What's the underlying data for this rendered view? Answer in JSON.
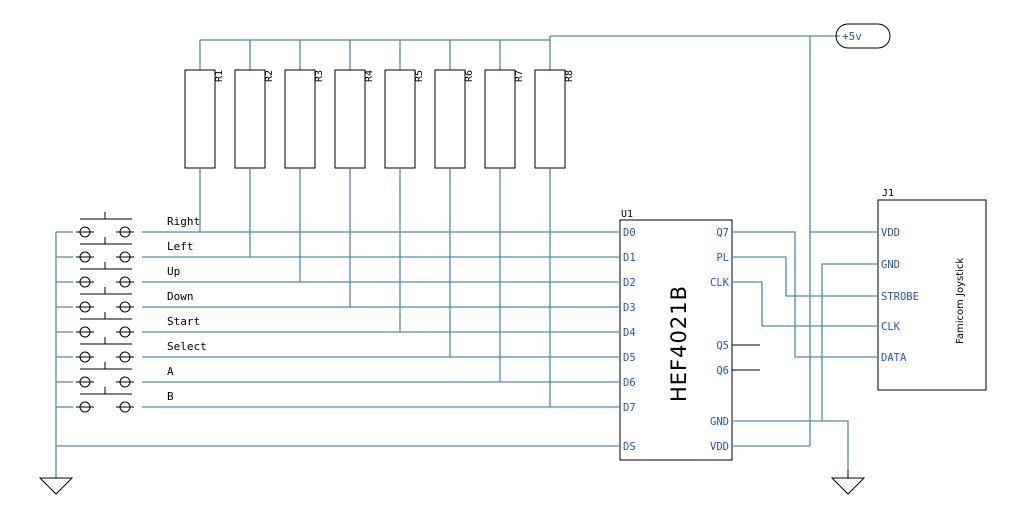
{
  "resistors": [
    "R1",
    "R2",
    "R3",
    "R4",
    "R5",
    "R6",
    "R7",
    "R8"
  ],
  "buttons": [
    "Right",
    "Left",
    "Up",
    "Down",
    "Start",
    "Select",
    "A",
    "B"
  ],
  "power": {
    "label": "+5v"
  },
  "u1": {
    "ref": "U1",
    "name": "HEF4021B",
    "left_pins": [
      "D0",
      "D1",
      "D2",
      "D3",
      "D4",
      "D5",
      "D6",
      "D7",
      "DS"
    ],
    "right_pins": [
      "Q7",
      "PL",
      "CLK",
      "Q5",
      "Q6",
      "GND",
      "VDD"
    ]
  },
  "j1": {
    "ref": "J1",
    "name": "Famicom Joystick",
    "pins": [
      "VDD",
      "GND",
      "STROBE",
      "CLK",
      "DATA"
    ]
  },
  "colors": {
    "wire": "#4b8fb0",
    "pin_text": "#2255cc",
    "outline": "#000000"
  }
}
